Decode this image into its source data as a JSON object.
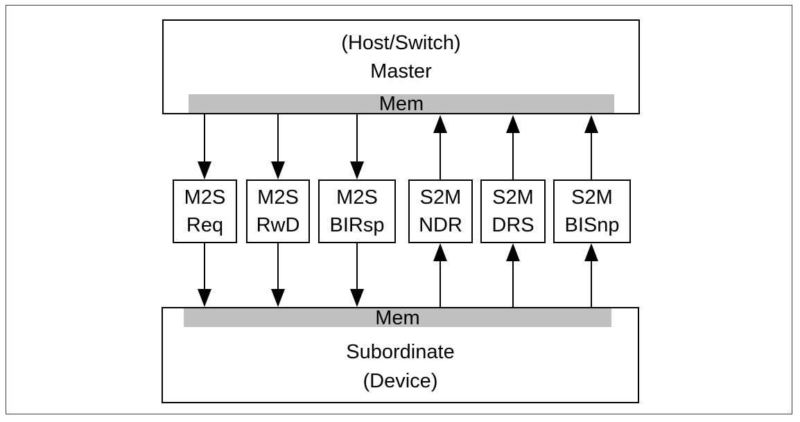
{
  "master": {
    "line1": "(Host/Switch)",
    "line2": "Master",
    "mem_label": "Mem"
  },
  "subordinate": {
    "line1": "Subordinate",
    "line2": "(Device)",
    "mem_label": "Mem"
  },
  "channels": [
    {
      "line1": "M2S",
      "line2": "Req",
      "direction": "master-to-subordinate"
    },
    {
      "line1": "M2S",
      "line2": "RwD",
      "direction": "master-to-subordinate"
    },
    {
      "line1": "M2S",
      "line2": "BIRsp",
      "direction": "master-to-subordinate"
    },
    {
      "line1": "S2M",
      "line2": "NDR",
      "direction": "subordinate-to-master"
    },
    {
      "line1": "S2M",
      "line2": "DRS",
      "direction": "subordinate-to-master"
    },
    {
      "line1": "S2M",
      "line2": "BISnp",
      "direction": "subordinate-to-master"
    }
  ],
  "colors": {
    "mem_bar": "#c0c0c0",
    "stroke": "#000000"
  }
}
